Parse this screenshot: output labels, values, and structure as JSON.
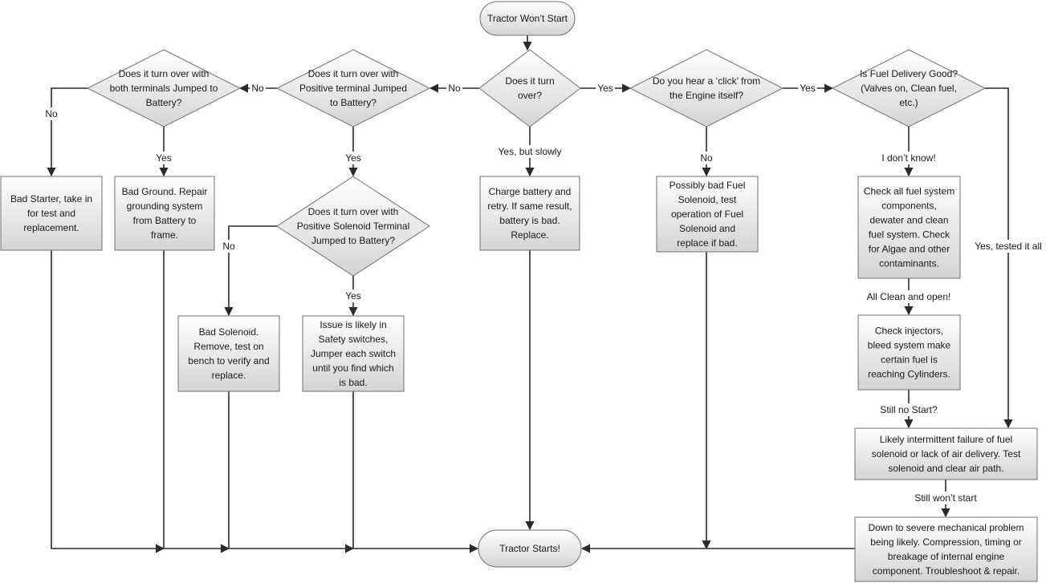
{
  "nodes": {
    "start": {
      "lines": [
        "Tractor Won’t Start"
      ]
    },
    "turn_over": {
      "lines": [
        "Does it turn",
        "over?"
      ]
    },
    "positive_jumped": {
      "lines": [
        "Does it turn over with",
        "Positive terminal Jumped",
        "to Battery?"
      ]
    },
    "both_jumped": {
      "lines": [
        "Does it turn over with",
        "both terminals Jumped to",
        "Battery?"
      ]
    },
    "click": {
      "lines": [
        "Do you hear a ‘click’ from",
        "the Engine itself?"
      ]
    },
    "fuel_delivery": {
      "lines": [
        "Is Fuel Delivery Good?",
        "(Valves on, Clean fuel,",
        "etc.)"
      ]
    },
    "solenoid_jumped": {
      "lines": [
        "Does it turn over with",
        "Positive Solenoid Terminal",
        "Jumped to Battery?"
      ]
    },
    "bad_starter": {
      "lines": [
        "Bad Starter, take in",
        "for test and",
        "replacement."
      ]
    },
    "bad_ground": {
      "lines": [
        "Bad Ground.  Repair",
        "grounding system",
        "from Battery to",
        "frame."
      ]
    },
    "charge_battery": {
      "lines": [
        "Charge battery and",
        "retry.  If same result,",
        "battery is bad.",
        "Replace."
      ]
    },
    "bad_fuel_solenoid": {
      "lines": [
        "Possibly bad Fuel",
        "Solenoid, test",
        "operation of Fuel",
        "Solenoid and",
        "replace if bad."
      ]
    },
    "check_fuel_system": {
      "lines": [
        "Check all fuel system",
        "components,",
        "dewater and clean",
        "fuel system.  Check",
        "for Algae and other",
        "contaminants."
      ]
    },
    "bad_solenoid": {
      "lines": [
        "Bad Solenoid.",
        "Remove, test on",
        "bench to verify and",
        "replace."
      ]
    },
    "safety_switches": {
      "lines": [
        "Issue is likely in",
        "Safety switches,",
        "Jumper each switch",
        "until you find which",
        "is bad."
      ]
    },
    "check_injectors": {
      "lines": [
        "Check injectors,",
        "bleed system make",
        "certain fuel is",
        "reaching Cylinders."
      ]
    },
    "intermittent": {
      "lines": [
        "Likely intermittent failure of fuel",
        "solenoid or lack of air delivery.  Test",
        "solenoid and clear air path."
      ]
    },
    "mechanical": {
      "lines": [
        "Down to severe mechanical problem",
        "being likely.  Compression, timing or",
        "breakage of internal engine",
        "component.  Troubleshoot & repair."
      ]
    },
    "tractor_starts": {
      "lines": [
        "Tractor Starts!"
      ]
    }
  },
  "edge_labels": {
    "turn_over_no": "No",
    "positive_no": "No",
    "both_no": "No",
    "turn_over_yes": "Yes",
    "click_yes": "Yes",
    "turn_over_slowly": "Yes, but slowly",
    "both_yes": "Yes",
    "positive_yes": "Yes",
    "click_no": "No",
    "fuel_dont_know": "I don’t know!",
    "fuel_tested_all": "Yes, tested it all",
    "solenoid_no": "No",
    "solenoid_yes": "Yes",
    "all_clean": "All Clean and open!",
    "still_no_start": "Still no Start?",
    "still_wont_start": "Still won’t start"
  },
  "colors": {
    "fill_top": "#ffffff",
    "fill_bottom": "#d4d4d4",
    "stroke": "#707070",
    "edge": "#2b2b2b"
  }
}
